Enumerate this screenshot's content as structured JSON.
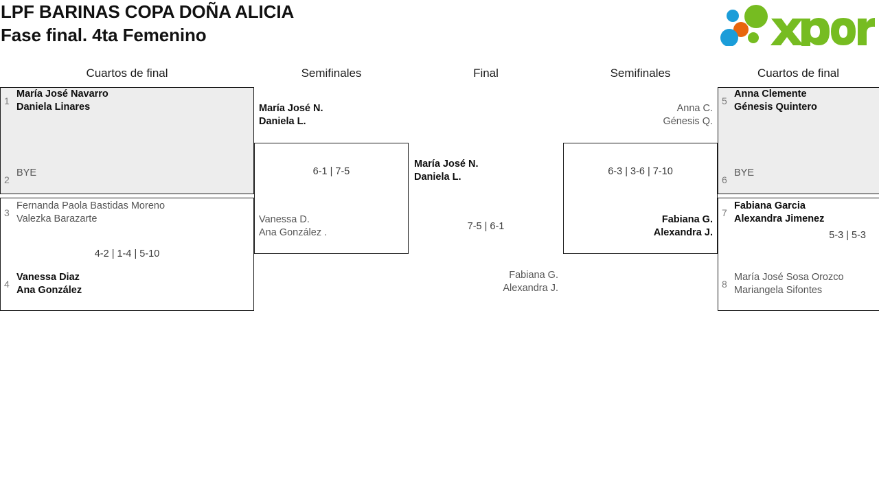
{
  "header": {
    "title_line1": "LPF BARINAS COPA DOÑA ALICIA",
    "title_line2": "Fase final. 4ta Femenino",
    "logo_text": "xporty",
    "logo_colors": {
      "green": "#76bc21",
      "orange": "#e8650d",
      "blue": "#1b9dd9"
    }
  },
  "rounds": {
    "left_quarter": "Cuartos de final",
    "left_semi": "Semifinales",
    "final": "Final",
    "right_semi": "Semifinales",
    "right_quarter": "Cuartos de final"
  },
  "bracket": {
    "left_quarterfinals": [
      {
        "match_id": "lqf1",
        "score": "",
        "top": {
          "seed": "1",
          "player1": "María José Navarro",
          "player2": "Daniela Linares",
          "result": "winner"
        },
        "bottom": {
          "seed": "2",
          "player1": "BYE",
          "player2": "",
          "result": "bye"
        }
      },
      {
        "match_id": "lqf2",
        "score": "4-2 | 1-4 | 5-10",
        "top": {
          "seed": "3",
          "player1": "Fernanda Paola Bastidas Moreno",
          "player2": "Valezka Barazarte",
          "result": "loser"
        },
        "bottom": {
          "seed": "4",
          "player1": "Vanessa Diaz",
          "player2": "Ana González",
          "result": "winner"
        }
      }
    ],
    "left_semifinal": {
      "match_id": "lsf1",
      "score": "6-1 | 7-5",
      "top": {
        "player1": "María José N.",
        "player2": "Daniela L.",
        "result": "winner"
      },
      "bottom": {
        "player1": "Vanessa D.",
        "player2": "Ana González .",
        "result": "loser"
      }
    },
    "final": {
      "match_id": "final",
      "score": "7-5 | 6-1",
      "top": {
        "player1": "María José N.",
        "player2": "Daniela L.",
        "result": "winner"
      },
      "bottom": {
        "player1": "Fabiana G.",
        "player2": "Alexandra J.",
        "result": "loser"
      }
    },
    "right_semifinal": {
      "match_id": "rsf1",
      "score": "6-3 | 3-6 | 7-10",
      "top": {
        "player1": "Anna C.",
        "player2": "Génesis Q.",
        "result": "loser"
      },
      "bottom": {
        "player1": "Fabiana G.",
        "player2": "Alexandra J.",
        "result": "winner"
      }
    },
    "right_quarterfinals": [
      {
        "match_id": "rqf1",
        "score": "",
        "top": {
          "seed": "5",
          "player1": "Anna Clemente",
          "player2": "Génesis Quintero",
          "result": "winner"
        },
        "bottom": {
          "seed": "6",
          "player1": "BYE",
          "player2": "",
          "result": "bye"
        }
      },
      {
        "match_id": "rqf2",
        "score": "5-3 | 5-3",
        "top": {
          "seed": "7",
          "player1": "Fabiana Garcia",
          "player2": "Alexandra Jimenez",
          "result": "winner"
        },
        "bottom": {
          "seed": "8",
          "player1": "María José Sosa Orozco",
          "player2": "Mariangela Sifontes",
          "result": "loser"
        }
      }
    ]
  }
}
